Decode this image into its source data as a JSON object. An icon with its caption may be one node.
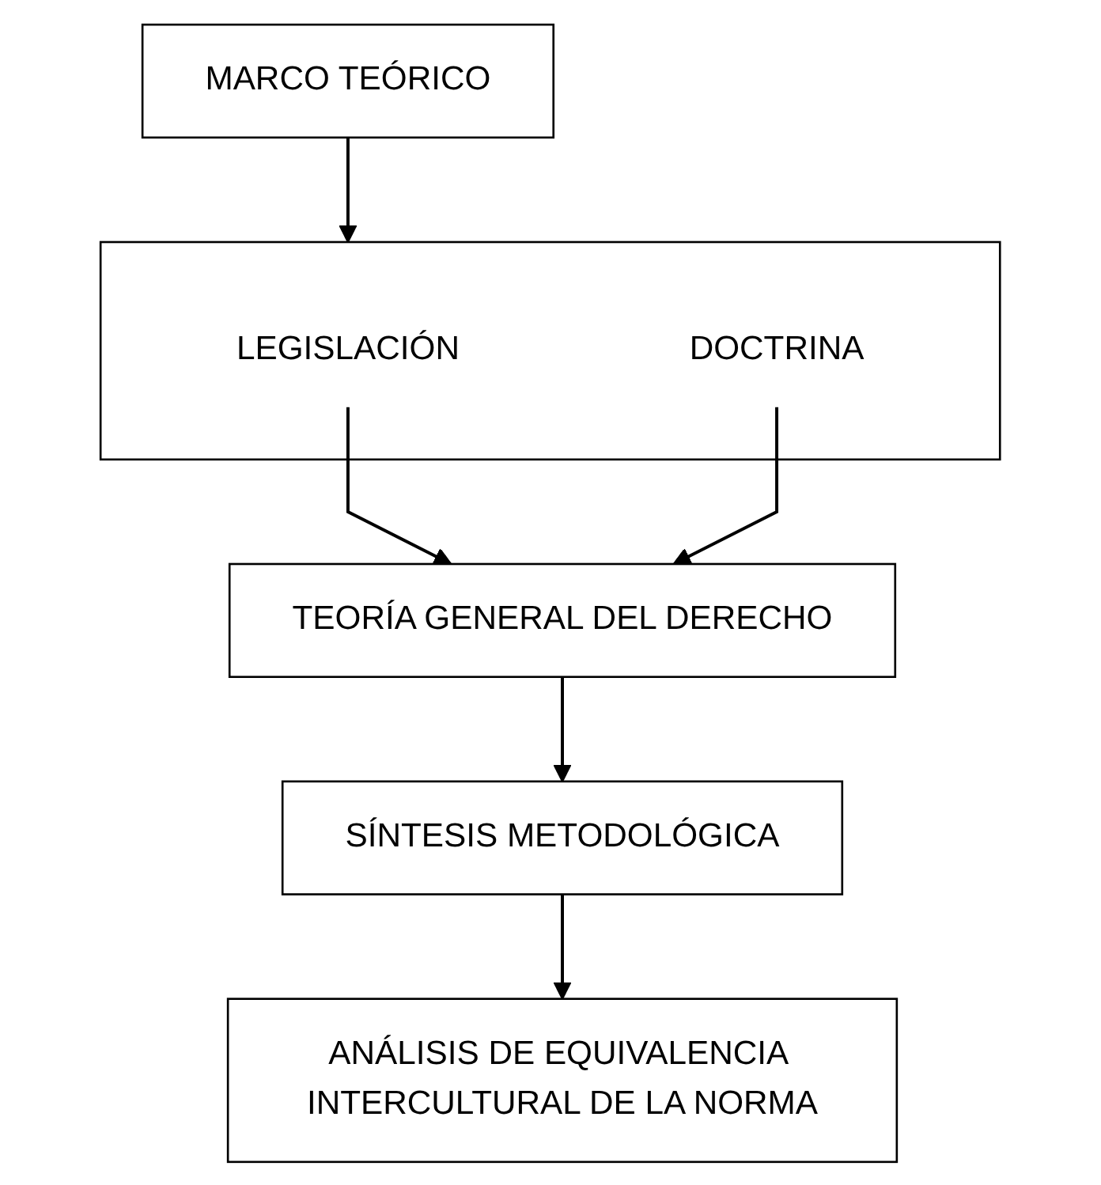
{
  "diagram": {
    "nodes": [
      {
        "text": [
          "MARCO TEÓRICO"
        ]
      },
      {
        "text": [],
        "shape": "box"
      },
      {
        "text": [
          "LEGISLACIÓN"
        ],
        "in": 1
      },
      {
        "text": [
          "DOCTRINA"
        ],
        "in": 1
      },
      {
        "text": [
          "TEORÍA GENERAL DEL DERECHO"
        ]
      },
      {
        "text": [
          "SÍNTESIS METODOLÓGICA"
        ]
      },
      {
        "text": [
          "ANÁLISIS DE EQUIVALENCIA INTERCULTURAL DE LA NORMA"
        ]
      }
    ],
    "edges": [
      {
        "from": 0,
        "to": 1,
        "arrow": "to"
      },
      {
        "from": 2,
        "to": 4,
        "arrow": "to"
      },
      {
        "from": 3,
        "to": 4,
        "arrow": "to"
      },
      {
        "from": 4,
        "to": 5,
        "arrow": "to"
      },
      {
        "from": 5,
        "to": 6,
        "arrow": "to"
      }
    ]
  }
}
